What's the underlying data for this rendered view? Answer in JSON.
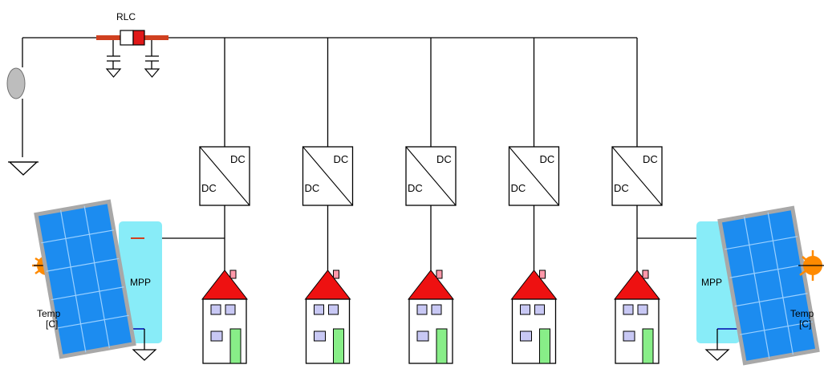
{
  "labels": {
    "rlc": "RLC",
    "converter_in": "DC",
    "converter_out": "DC",
    "mpp": "MPP",
    "temp_line1": "Temp",
    "temp_line2": "[C]"
  },
  "components": {
    "converter_count": 5,
    "house_count": 5,
    "pv_array_count": 2
  },
  "colors": {
    "wire": "#000000",
    "rlc_line": "#d04020",
    "rlc_body": "#e01818",
    "source": "#bdbdbd",
    "pv_frame": "#a8a8a8",
    "pv_cell": "#1c8cf0",
    "mpp_box": "#88ecf8",
    "sun": "#ff8a00",
    "roof": "#ee1111",
    "chimney": "#ff99aa",
    "house_window": "#c8c8f4",
    "house_door": "#88ee88"
  }
}
